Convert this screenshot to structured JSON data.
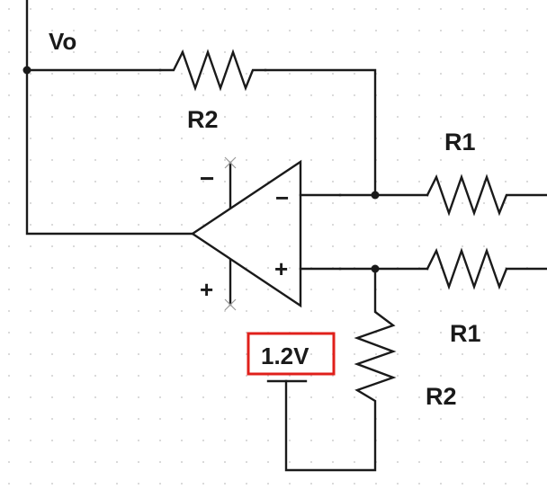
{
  "labels": {
    "vo": "Vo",
    "r2_top": "R2",
    "r1_top": "R1",
    "r1_bottom": "R1",
    "r2_bottom": "R2",
    "source": "1.2V",
    "opamp_inv": "−",
    "opamp_noninv": "+",
    "supply_neg": "−",
    "supply_pos": "+"
  },
  "colors": {
    "wire": "#1a1a1a",
    "grid_dot": "#cfcfcf",
    "highlight": "#e0201b",
    "background": "#ffffff"
  }
}
